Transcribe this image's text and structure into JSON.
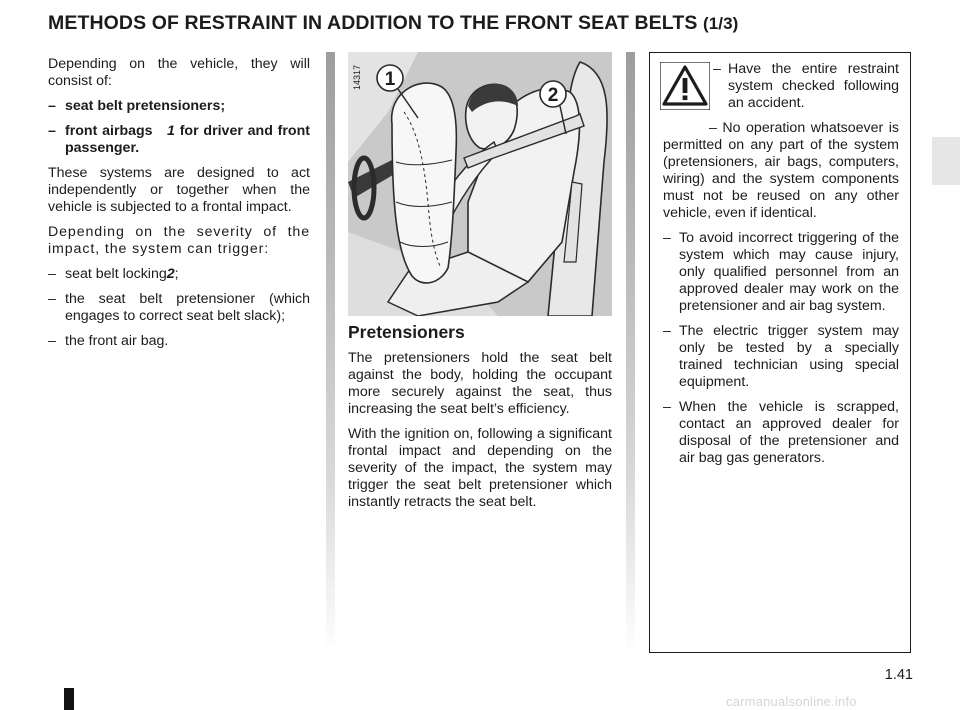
{
  "header": {
    "title": "METHODS OF RESTRAINT IN ADDITION TO THE FRONT SEAT BELTS",
    "part": "(1/3)"
  },
  "intro": {
    "p1": "Depending on the vehicle, they will consist of:",
    "items": [
      {
        "dash": "–",
        "text": "seat belt pretensioners;"
      },
      {
        "dash": "–",
        "text": "front airbags",
        "ref": "1",
        "text_after": "for driver and front passenger."
      }
    ],
    "p2": "These systems are designed to act independently or together when the vehicle is subjected to a frontal impact.",
    "p3": "Depending on the severity of the impact, the system can trigger:",
    "trigger_items": [
      {
        "dash": "–",
        "text": "seat belt locking",
        "ref": "2",
        "end": ";"
      },
      {
        "dash": "–",
        "text": "the seat belt pretensioner (which engages to correct seat belt slack);"
      },
      {
        "dash": "–",
        "text": "the front air bag."
      }
    ]
  },
  "illustration": {
    "code": "14317",
    "callout_1": "1",
    "callout_2": "2"
  },
  "pretensioners": {
    "heading": "Pretensioners",
    "p1": "The pretensioners hold the seat belt against the body, holding the occupant more securely against the seat, thus increasing the seat belt’s efficiency.",
    "p2": "With the ignition on, following a significant frontal impact and depending on the severity of the impact, the system may trigger the seat belt pretensioner which instantly retracts the seat belt."
  },
  "warning": {
    "icon": "warning-triangle-icon",
    "first": {
      "dash": "–",
      "text": "Have the entire restraint system checked following an accident."
    },
    "second_dash": "–",
    "second": "No operation whatsoever is permitted on any part of the system (pretensioners, air bags, computers, wiring) and the system components must not be reused on any other vehicle, even if identical.",
    "items": [
      {
        "dash": "–",
        "text": "To avoid incorrect triggering of the system which may cause injury, only qualified personnel from an approved dealer may work on the pretensioner and air bag system."
      },
      {
        "dash": "–",
        "text": "The electric trigger system may only be tested by a specially trained technician using special equipment."
      },
      {
        "dash": "–",
        "text": "When the vehicle is scrapped, contact an approved dealer for disposal of the pretensioner and air bag gas generators."
      }
    ]
  },
  "footer": {
    "page_number": "1.41",
    "watermark": "carmanualsonline.info"
  },
  "colors": {
    "illustration_bg": "#c8c8c8",
    "divider": "#9d9d9d",
    "text": "#1c1c1c"
  }
}
